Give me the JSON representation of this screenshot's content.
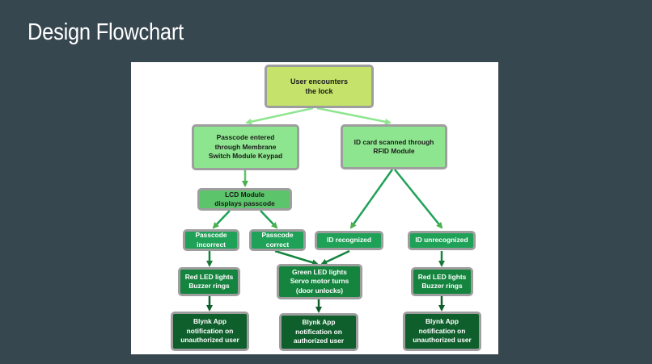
{
  "slide": {
    "title": "Design Flowchart"
  },
  "flowchart": {
    "start": "User encounters\nthe lock",
    "passcode_entered": "Passcode entered\nthrough Membrane\nSwitch Module Keypad",
    "id_scanned": "ID card scanned through\nRFID Module",
    "lcd_display": "LCD Module\ndisplays passcode",
    "passcode_incorrect": "Passcode\nincorrect",
    "passcode_correct": "Passcode\ncorrect",
    "id_recognized": "ID recognized",
    "id_unrecognized": "ID unrecognized",
    "red_led_left": "Red LED lights\nBuzzer rings",
    "green_led": "Green LED lights\nServo motor turns\n(door unlocks)",
    "red_led_right": "Red LED lights\nBuzzer rings",
    "blynk_unauth_left": "Blynk App\nnotification on\nunauthorized user",
    "blynk_auth": "Blynk App\nnotification on\nauthorized user",
    "blynk_unauth_right": "Blynk App\nnotification on\nunauthorized user"
  },
  "colors": {
    "background": "#37474f",
    "panel": "#ffffff",
    "level1": "#c5e36a",
    "level2": "#8ee58f",
    "level3": "#5cc46a",
    "level4": "#1fa257",
    "level5": "#14843f",
    "level6": "#0e5f2c",
    "border": "#9e9e9e"
  }
}
